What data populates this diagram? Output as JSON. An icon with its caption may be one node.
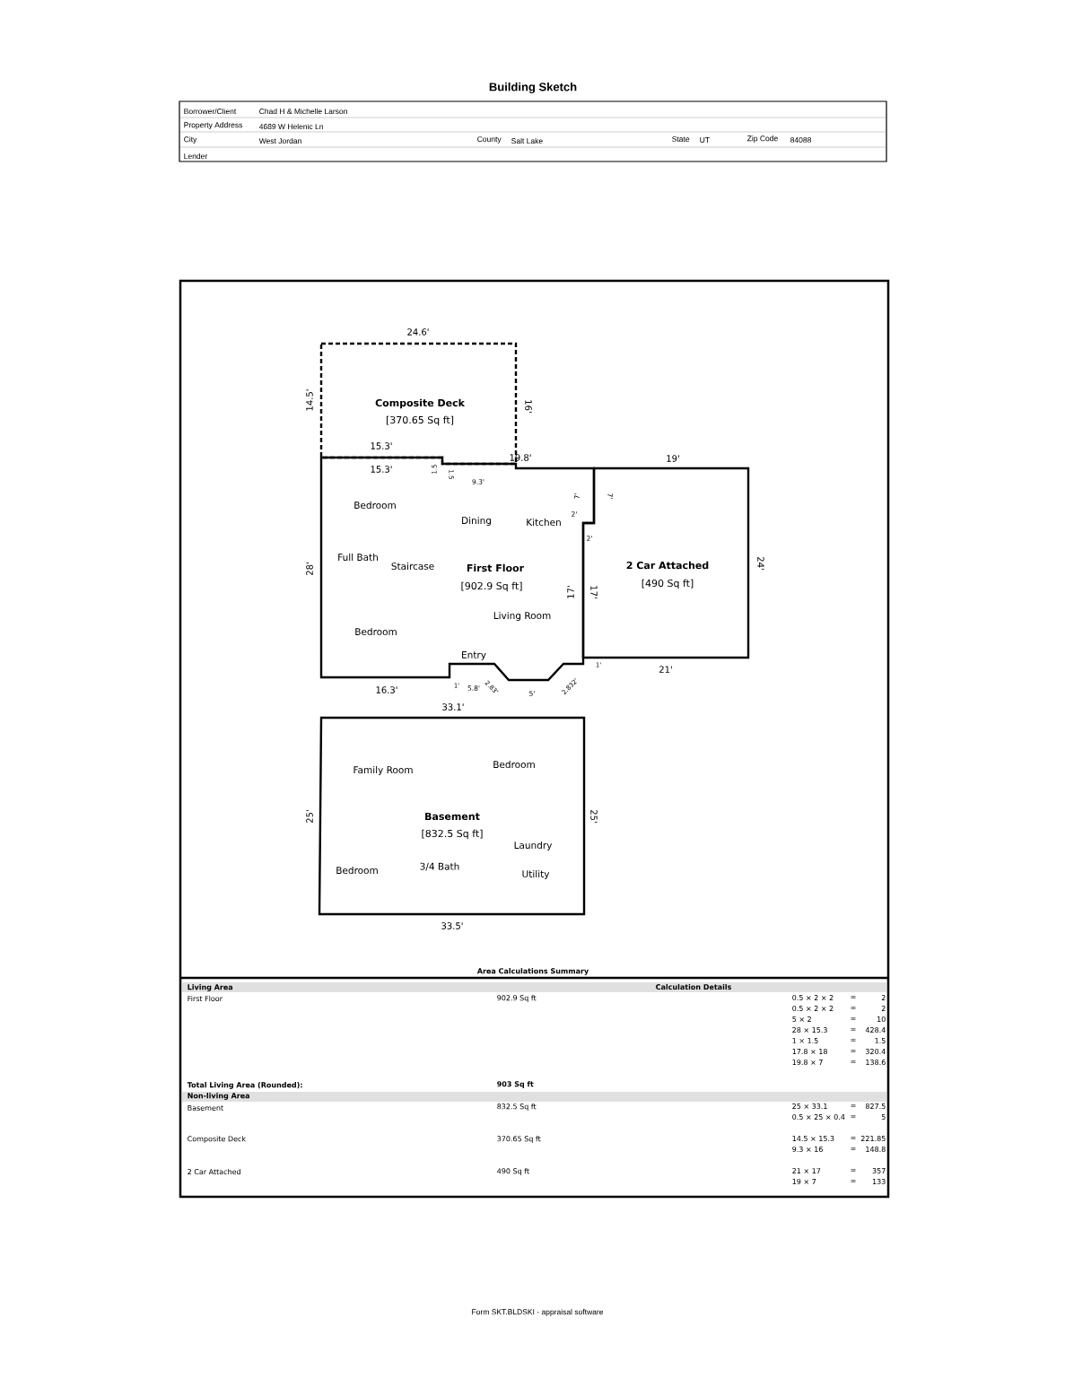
{
  "diagram": {
    "title": "Building Sketch",
    "nodes": [
      {
        "text": [
          "Composite Deck",
          "[370.65 Sq ft]"
        ]
      },
      {
        "text": [
          "First Floor",
          "[902.9 Sq ft]",
          "Bedroom",
          "Dining",
          "Kitchen",
          "Full Bath",
          "Staircase",
          "Living Room",
          "Bedroom",
          "Entry"
        ]
      },
      {
        "text": [
          "2 Car Attached",
          "[490 Sq ft]"
        ]
      },
      {
        "text": [
          "Basement",
          "[832.5 Sq ft]",
          "Family Room",
          "Bedroom",
          "Laundry",
          "Bedroom",
          "3/4 Bath",
          "Utility"
        ]
      }
    ],
    "labels": [
      "Borrower/Client",
      "Chad H & Michelle Larson",
      "Property Address",
      "4689 W Helenic Ln",
      "City",
      "West Jordan",
      "County",
      "Salt Lake",
      "State",
      "UT",
      "Zip Code",
      "84088",
      "Lender",
      "24.6'",
      "14.5'",
      "16'",
      "15.3'",
      "15.3'",
      "1.5",
      "1.5",
      "19.8'",
      "19'",
      "9.3'",
      "7'",
      "7'",
      "2'",
      "2'",
      "28'",
      "17'",
      "17'",
      "24'",
      "1'",
      "1'",
      "5.8'",
      "2.83'",
      "2.832'",
      "5'",
      "16.3'",
      "21'",
      "33.1'",
      "25'",
      "25'",
      "33.5'",
      "Area Calculations Summary",
      "Living Area",
      "Calculation Details",
      "First Floor",
      "902.9 Sq ft",
      "0.5 × 2 × 2",
      "=",
      "2",
      "0.5 × 2 × 2",
      "=",
      "2",
      "5 × 2",
      "=",
      "10",
      "28 × 15.3",
      "=",
      "428.4",
      "1 × 1.5",
      "=",
      "1.5",
      "17.8 × 18",
      "=",
      "320.4",
      "19.8 × 7",
      "=",
      "138.6",
      "Total Living Area (Rounded):",
      "903 Sq ft",
      "Non-living Area",
      "Basement",
      "832.5 Sq ft",
      "25 × 33.1",
      "=",
      "827.5",
      "0.5 × 25 × 0.4",
      "=",
      "5",
      "Composite Deck",
      "370.65 Sq ft",
      "14.5 × 15.3",
      "=",
      "221.85",
      "9.3 × 16",
      "=",
      "148.8",
      "2 Car Attached",
      "490 Sq ft",
      "21 × 17",
      "=",
      "357",
      "19 × 7",
      "=",
      "133",
      "Form SKT.BLDSKI - appraisal software"
    ]
  }
}
